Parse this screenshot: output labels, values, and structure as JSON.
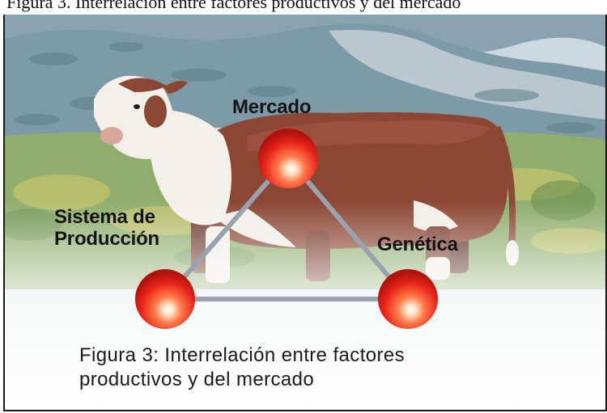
{
  "cutline_text": "Figura 3. Interrelación entre factores productivos y del mercado",
  "nodes": {
    "mercado": {
      "label": "Mercado"
    },
    "sistema": {
      "label_lines": [
        "Sistema de",
        "Producción"
      ]
    },
    "genetica": {
      "label": "Genética"
    }
  },
  "caption": {
    "lines": [
      "Figura 3: Interrelación entre factores",
      "productivos y del mercado"
    ]
  },
  "colors": {
    "sphere": "#e8241a",
    "connector": "#9aa3ad",
    "label_text": "#141414",
    "border": "#1a1a1a"
  }
}
